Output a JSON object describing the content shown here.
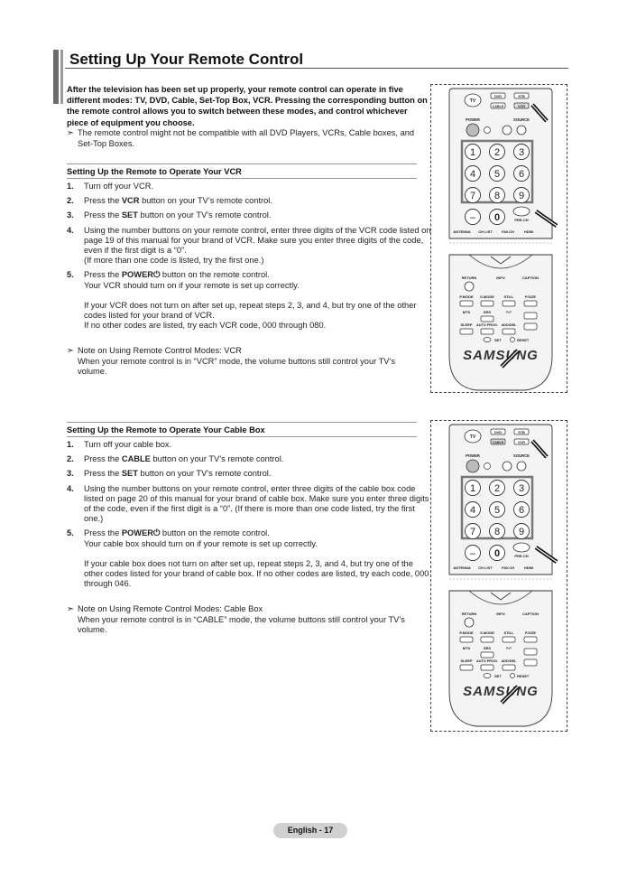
{
  "page": {
    "title": "Setting Up Your Remote Control",
    "intro": "After the television has been set up properly, your remote control can operate in five different modes: TV, DVD, Cable, Set-Top Box, VCR. Pressing the corresponding button on the remote control allows you to switch between these modes, and control whichever piece of equipment you choose.",
    "intro_note": "The remote control might not be compatible with all DVD Players, VCRs, Cable boxes, and Set-Top Boxes.",
    "footer": "English - 17"
  },
  "vcr": {
    "heading": "Setting Up the Remote to Operate Your VCR",
    "steps": [
      {
        "num": "1.",
        "pre": "Turn off your VCR.",
        "bold": "",
        "post": ""
      },
      {
        "num": "2.",
        "pre": "Press the ",
        "bold": "VCR",
        "post": " button on your TV’s remote control."
      },
      {
        "num": "3.",
        "pre": "Press the ",
        "bold": "SET",
        "post": " button on your TV’s remote control."
      },
      {
        "num": "4.",
        "pre": "Using the number buttons on your remote control, enter three digits of the VCR code listed on page 19 of this manual for your brand of VCR. Make sure you enter three digits of the code, even if the first digit is a “0”.",
        "bold": "",
        "post": "",
        "extra": "(If more than one code is listed, try the first one.)"
      },
      {
        "num": "5.",
        "pre": "Press the ",
        "bold": "POWER⏻",
        "post": " button on the remote control.",
        "extra": "Your VCR should turn on if your remote is set up correctly.",
        "para2": "If your VCR does not turn on after set up, repeat steps 2, 3, and 4, but try one of the other codes listed for your brand of VCR.",
        "para3": "If no other codes are listed, try each VCR code, 000 through 080."
      }
    ],
    "note_title": "Note on Using Remote Control Modes: VCR",
    "note_body": "When your remote control is in “VCR” mode, the volume buttons still control your TV’s volume."
  },
  "cable": {
    "heading": "Setting Up the Remote to Operate Your Cable Box",
    "steps": [
      {
        "num": "1.",
        "pre": "Turn off your cable box.",
        "bold": "",
        "post": ""
      },
      {
        "num": "2.",
        "pre": "Press the ",
        "bold": "CABLE",
        "post": " button on your TV’s remote control."
      },
      {
        "num": "3.",
        "pre": "Press the ",
        "bold": "SET",
        "post": " button on your TV’s remote control."
      },
      {
        "num": "4.",
        "pre": "Using the number buttons on your remote control, enter three digits of the cable box code listed on page 20 of this manual for your brand of cable box. Make sure you enter three digits of the code, even if the first digit is a “0”. (If there is more than one code listed, try the first one.)",
        "bold": "",
        "post": ""
      },
      {
        "num": "5.",
        "pre": "Press the ",
        "bold": "POWER⏻",
        "post": " button on the remote control.",
        "extra": "Your cable box should turn on if your remote is set up correctly.",
        "para2": "If your cable box does not turn on after set up, repeat steps 2, 3, and 4, but try one of the other codes listed for your brand of cable box. If no other codes are listed, try each code, 000 through 046."
      }
    ],
    "note_title": "Note on Using Remote Control Modes: Cable Box",
    "note_body": "When your remote control is in “CABLE” mode, the volume buttons still control your TV’s volume."
  },
  "remote": {
    "tv": "TV",
    "dvd": "DVD",
    "stb": "STB",
    "cable": "CABLE",
    "vcr": "VCR",
    "power": "POWER",
    "source": "SOURCE",
    "digits": [
      "1",
      "2",
      "3",
      "4",
      "5",
      "6",
      "7",
      "8",
      "9",
      "0"
    ],
    "dash": "–",
    "prech": "PRE-CH",
    "antenna": "ANTENNA",
    "chlist": "CH LIST",
    "favch": "FAV.CH",
    "hdmi": "HDMI",
    "return": "RETURN",
    "info": "INFO",
    "caption": "CAPTION",
    "pmode": "P.MODE",
    "smode": "S.MODE",
    "still": "STILL",
    "psize": "P.SIZE",
    "mts": "MTS",
    "srs": "SRS",
    "pip": "PIP",
    "sleep": "SLEEP",
    "autoprog": "AUTO PROG.",
    "adddel": "ADD/DEL",
    "set": "SET",
    "reset": "RESET",
    "brand": "SAMSUNG"
  }
}
